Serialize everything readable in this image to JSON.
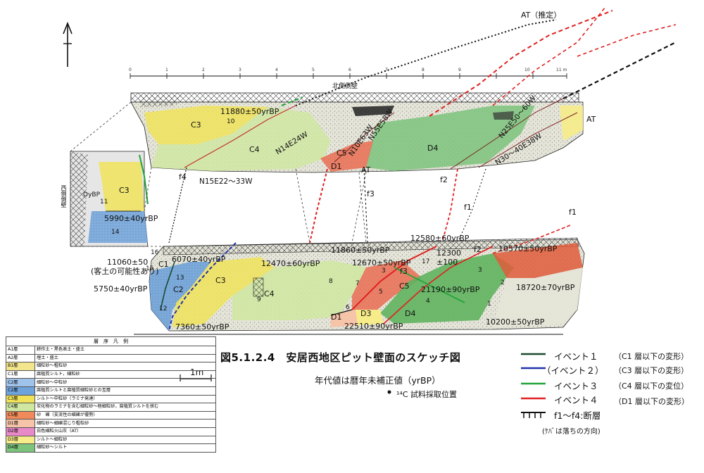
{
  "figure": {
    "title": "図5.1.2.4　安居西地区ピット壁面のスケッチ図",
    "subtitle": "年代値は暦年未補正値（yrBP）",
    "sample_note": "¹⁴C 試料採取位置",
    "scale_bar": "1m",
    "north_wall": "北側側壁",
    "west_wall": "西側側壁",
    "at_estimated": "AT（推定）"
  },
  "upper_wall": {
    "ticks": [
      "0",
      "1",
      "2",
      "3",
      "4",
      "5",
      "6",
      "7",
      "8",
      "9",
      "10",
      "11 m"
    ],
    "ages": [
      {
        "id": "a1",
        "text": "11880±50yrBP"
      },
      {
        "id": "a2",
        "text": "5990±40yrBP"
      }
    ],
    "layers": [
      "C3",
      "C4",
      "C5",
      "D1",
      "D4",
      "AT",
      "AT",
      "C3",
      "11",
      "14",
      "OyBP",
      "10"
    ],
    "strikes": [
      "N14E24W",
      "N10E63W",
      "N55E58W",
      "N25E50～60W",
      "N30～40E38W",
      "N15E22～33W"
    ],
    "faults": [
      "f4",
      "f3",
      "f2",
      "f1"
    ]
  },
  "lower_wall": {
    "ages": [
      {
        "id": "b1",
        "text": "11060±50"
      },
      {
        "id": "b2",
        "text": "(客土の可能性あり)"
      },
      {
        "id": "b3",
        "text": "5750±40yrBP"
      },
      {
        "id": "b4",
        "text": "6070±40yrBP"
      },
      {
        "id": "b5",
        "text": "12470±60yrBP"
      },
      {
        "id": "b6",
        "text": "11860±50yrBP"
      },
      {
        "id": "b7",
        "text": "12670±50yrBP"
      },
      {
        "id": "b8",
        "text": "12580±60yrBP"
      },
      {
        "id": "b9",
        "text": "12300"
      },
      {
        "id": "b10",
        "text": "±100"
      },
      {
        "id": "b11",
        "text": "10570±50yrBP"
      },
      {
        "id": "b12",
        "text": "18720±70yrBP"
      },
      {
        "id": "b13",
        "text": "21190±90yrBP"
      },
      {
        "id": "b14",
        "text": "22510±90yrBP"
      },
      {
        "id": "b15",
        "text": "10200±50yrBP"
      },
      {
        "id": "b16",
        "text": "7360±50yrBP"
      }
    ],
    "layers": [
      "C1",
      "C2",
      "C3",
      "C4",
      "C5",
      "D1",
      "D3",
      "D4"
    ],
    "numbers": [
      "16",
      "15",
      "13",
      "12",
      "9",
      "8",
      "7",
      "6",
      "5",
      "4",
      "3",
      "2",
      "1",
      "17",
      "3",
      "f3",
      "f2",
      "f1"
    ]
  },
  "legend": {
    "heading": "層　序　凡　例",
    "rows": [
      {
        "code": "A1層",
        "desc": "耕作土・黒色表土・盛土",
        "color": "#ffffff"
      },
      {
        "code": "A2層",
        "desc": "埋土・盛土",
        "color": "#ffffff"
      },
      {
        "code": "B1層",
        "desc": "細粒砂～粗粒砂",
        "color": "#f3e58c"
      },
      {
        "code": "C1層",
        "desc": "腐植質シルト，細粒砂",
        "color": "#ffffff"
      },
      {
        "code": "C2層",
        "desc": "細粒砂～中粒砂",
        "color": "#9fc3ea"
      },
      {
        "code": "C2層",
        "desc": "腐植質シルトと腐植質細粒砂との互層",
        "color": "#6fa3dc"
      },
      {
        "code": "C3層",
        "desc": "シルト～中粒砂（ラミナ発達）",
        "color": "#f0e35a"
      },
      {
        "code": "C4層",
        "desc": "炭化物のラミナを含む細粒砂～極細粒砂，腐植質シルトを挟む",
        "color": "#cfe7a0"
      },
      {
        "code": "C5層",
        "desc": "砂　礫（支流性の細礫が優勢）",
        "color": "#f08a5a"
      },
      {
        "code": "D1層",
        "desc": "細粒砂～細礫混じり粗粒砂",
        "color": "#f6c4a8"
      },
      {
        "code": "D2層",
        "desc": "白色細粒火山灰（AT）",
        "color": "#e889c8"
      },
      {
        "code": "D3層",
        "desc": "シルト～細粒砂",
        "color": "#f6ec8a"
      },
      {
        "code": "D4層",
        "desc": "細粒砂～シルト",
        "color": "#7cc37c"
      }
    ]
  },
  "events": [
    {
      "label": "イベント１",
      "note": "（C1 層以下の変形）",
      "color": "#1a4a30"
    },
    {
      "label": "（イベント２）",
      "note": "（C3 層以下の変形）",
      "color": "#2233aa"
    },
    {
      "label": "イベント３",
      "note": "（C4 層以下の変位）",
      "color": "#22a33a"
    },
    {
      "label": "イベント４",
      "note": "（D1 層以下の変形）",
      "color": "#e02020"
    }
  ],
  "fault_legend": {
    "label": "f1～f4:断層",
    "note": "(ｹﾊﾞは落ちの方向)"
  }
}
